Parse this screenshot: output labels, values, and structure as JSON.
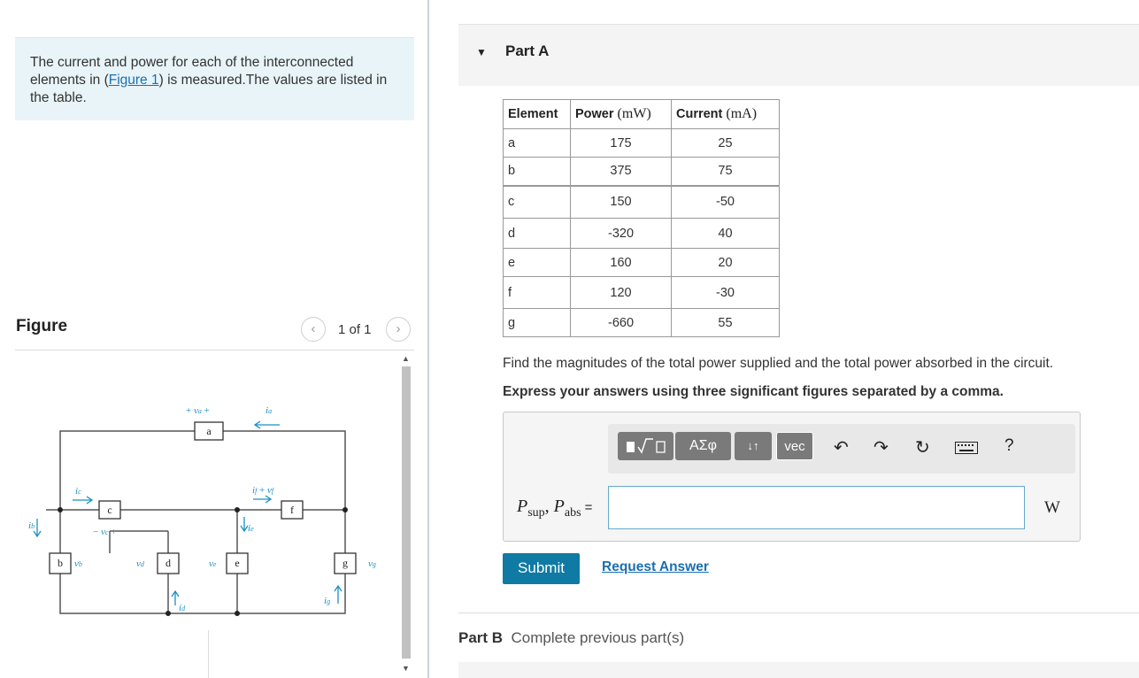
{
  "intro": {
    "text_before": "The current and power for each of the interconnected elements in (",
    "figure_link": "Figure 1",
    "text_after": ") is measured.The values are listed in the table."
  },
  "figure_panel": {
    "title": "Figure",
    "pager_label": "1 of 1",
    "prev_icon": "chevron-left-icon",
    "next_icon": "chevron-right-icon"
  },
  "circuit": {
    "elements": [
      "a",
      "b",
      "c",
      "d",
      "e",
      "f",
      "g"
    ],
    "voltage_labels": {
      "va": "v",
      "va_sub": "a",
      "vb": "v",
      "vb_sub": "b",
      "vc": "v",
      "vc_sub": "c",
      "vd": "v",
      "vd_sub": "d",
      "ve": "v",
      "ve_sub": "e",
      "vf": "v",
      "vf_sub": "f",
      "vg": "v",
      "vg_sub": "g"
    },
    "current_labels": {
      "ia": "i",
      "ia_sub": "a",
      "ib": "i",
      "ib_sub": "b",
      "ic": "i",
      "ic_sub": "c",
      "id": "i",
      "id_sub": "d",
      "ie": "i",
      "ie_sub": "e",
      "if": "i",
      "if_sub": "f",
      "ig": "i",
      "ig_sub": "g"
    },
    "plus": "+",
    "minus": "−",
    "colors": {
      "wire": "#555555",
      "label": "#1a8fc4",
      "box": "#333333"
    }
  },
  "partA": {
    "title": "Part A",
    "caret_icon": "caret-down-icon",
    "table": {
      "headers": [
        "Element",
        "Power",
        "(mW)",
        "Current",
        "(mA)"
      ],
      "rows": [
        {
          "element": "a",
          "power": "175",
          "current": "25"
        },
        {
          "element": "b",
          "power": "375",
          "current": "75"
        },
        {
          "element": "c",
          "power": "150",
          "current": "-50"
        },
        {
          "element": "d",
          "power": "-320",
          "current": "40"
        },
        {
          "element": "e",
          "power": "160",
          "current": "20"
        },
        {
          "element": "f",
          "power": "120",
          "current": "-30"
        },
        {
          "element": "g",
          "power": "-660",
          "current": "55"
        }
      ]
    },
    "question": "Find the magnitudes of the total power supplied and the total power absorbed in the circuit.",
    "instruction": "Express your answers using three significant figures separated by a comma.",
    "toolbar": {
      "templates_icon": "fraction-radical-template-icon",
      "greek_label": "ΑΣφ",
      "arrows_label": "↓↑",
      "vec_label": "vec",
      "undo_icon": "undo-icon",
      "redo_icon": "redo-icon",
      "reset_icon": "reset-icon",
      "keyboard_icon": "keyboard-icon",
      "help_label": "?"
    },
    "answer": {
      "label_P1": "P",
      "label_sub1": "sup",
      "label_comma": ", ",
      "label_P2": "P",
      "label_sub2": "abs",
      "label_eq": "=",
      "value": "",
      "unit": "W"
    },
    "submit_label": "Submit",
    "request_label": "Request Answer"
  },
  "partB": {
    "title": "Part B",
    "status": "Complete previous part(s)"
  }
}
